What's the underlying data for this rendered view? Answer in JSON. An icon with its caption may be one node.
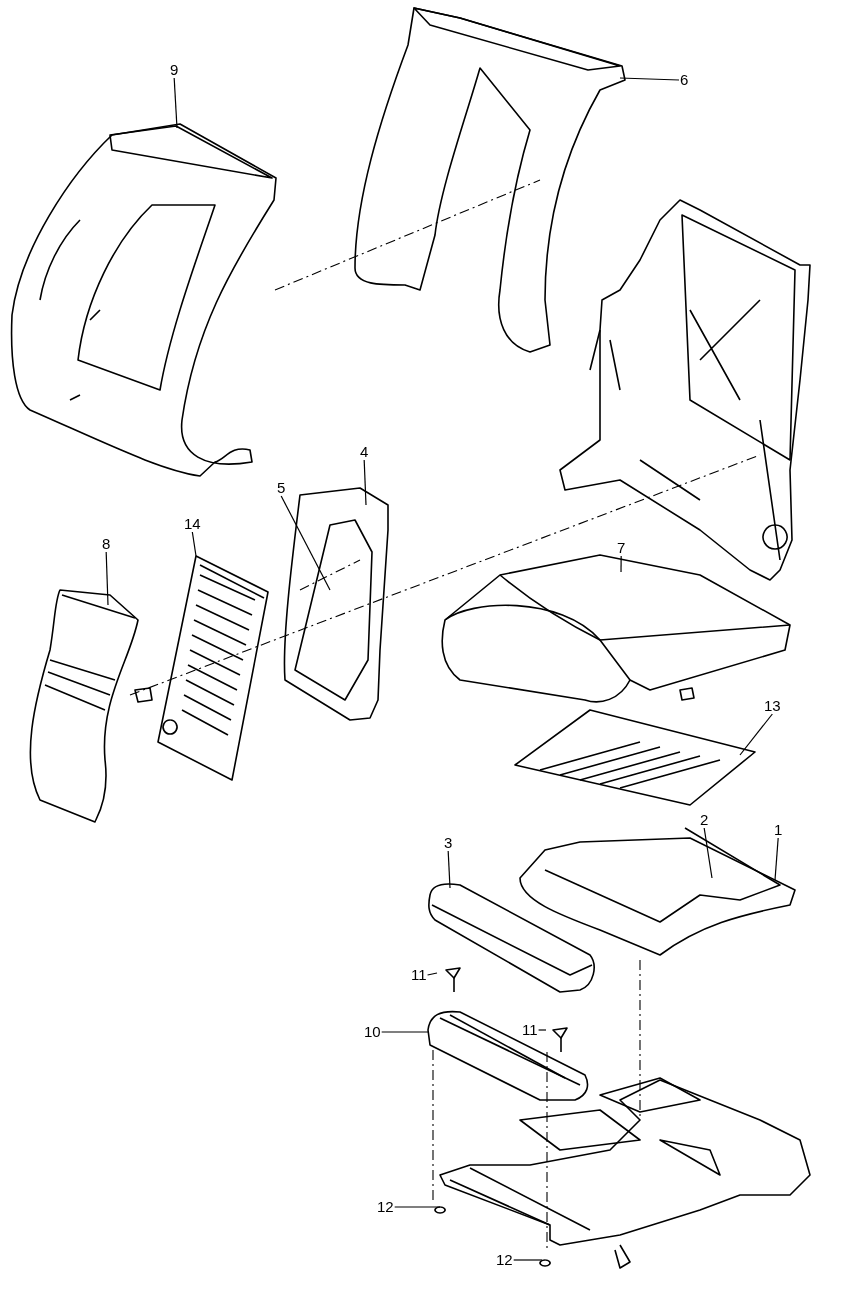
{
  "diagram": {
    "nodes": [
      {
        "text": [
          "9"
        ]
      },
      {
        "text": [
          "6"
        ]
      },
      {
        "text": [
          "4"
        ]
      },
      {
        "text": [
          "5"
        ]
      },
      {
        "text": [
          "14"
        ]
      },
      {
        "text": [
          "8"
        ]
      },
      {
        "text": [
          "7"
        ]
      },
      {
        "text": [
          "13"
        ]
      },
      {
        "text": [
          "1"
        ]
      },
      {
        "text": [
          "2"
        ]
      },
      {
        "text": [
          "3"
        ]
      },
      {
        "text": [
          "11"
        ]
      },
      {
        "text": [
          "10"
        ]
      },
      {
        "text": [
          "11"
        ]
      },
      {
        "text": [
          "12"
        ]
      },
      {
        "text": [
          "12"
        ]
      }
    ],
    "edges": [
      {
        "from": 0,
        "to": null,
        "arrow": "none"
      },
      {
        "from": 1,
        "to": null,
        "arrow": "none"
      },
      {
        "from": 2,
        "to": null,
        "arrow": "none"
      },
      {
        "from": 3,
        "to": null,
        "arrow": "none"
      },
      {
        "from": 4,
        "to": null,
        "arrow": "none"
      },
      {
        "from": 5,
        "to": null,
        "arrow": "none"
      },
      {
        "from": 6,
        "to": null,
        "arrow": "none"
      },
      {
        "from": 7,
        "to": null,
        "arrow": "none"
      },
      {
        "from": 8,
        "to": null,
        "arrow": "none"
      },
      {
        "from": 9,
        "to": null,
        "arrow": "none"
      },
      {
        "from": 10,
        "to": null,
        "arrow": "none"
      },
      {
        "from": 11,
        "to": null,
        "arrow": "none"
      },
      {
        "from": 12,
        "to": null,
        "arrow": "none"
      },
      {
        "from": 13,
        "to": null,
        "arrow": "none"
      },
      {
        "from": 14,
        "to": null,
        "arrow": "none"
      },
      {
        "from": 15,
        "to": null,
        "arrow": "none"
      }
    ]
  }
}
